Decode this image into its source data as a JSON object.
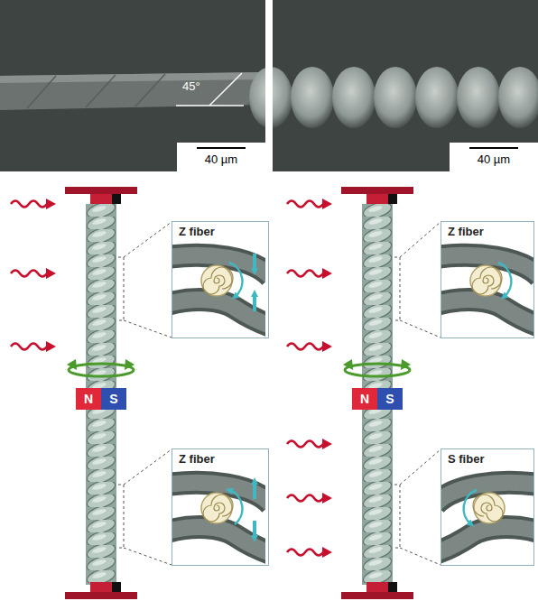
{
  "diagram": {
    "nodes": [
      {
        "text": [
          "Z fiber"
        ]
      },
      {
        "text": [
          "N"
        ]
      },
      {
        "text": [
          "S"
        ]
      },
      {
        "text": [
          "Z fiber"
        ]
      },
      {
        "text": [
          "Z fiber"
        ]
      },
      {
        "text": [
          "N"
        ]
      },
      {
        "text": [
          "S"
        ]
      },
      {
        "text": [
          "S fiber"
        ]
      }
    ],
    "labels": [
      "45°",
      "40 µm",
      "40 µm"
    ]
  }
}
